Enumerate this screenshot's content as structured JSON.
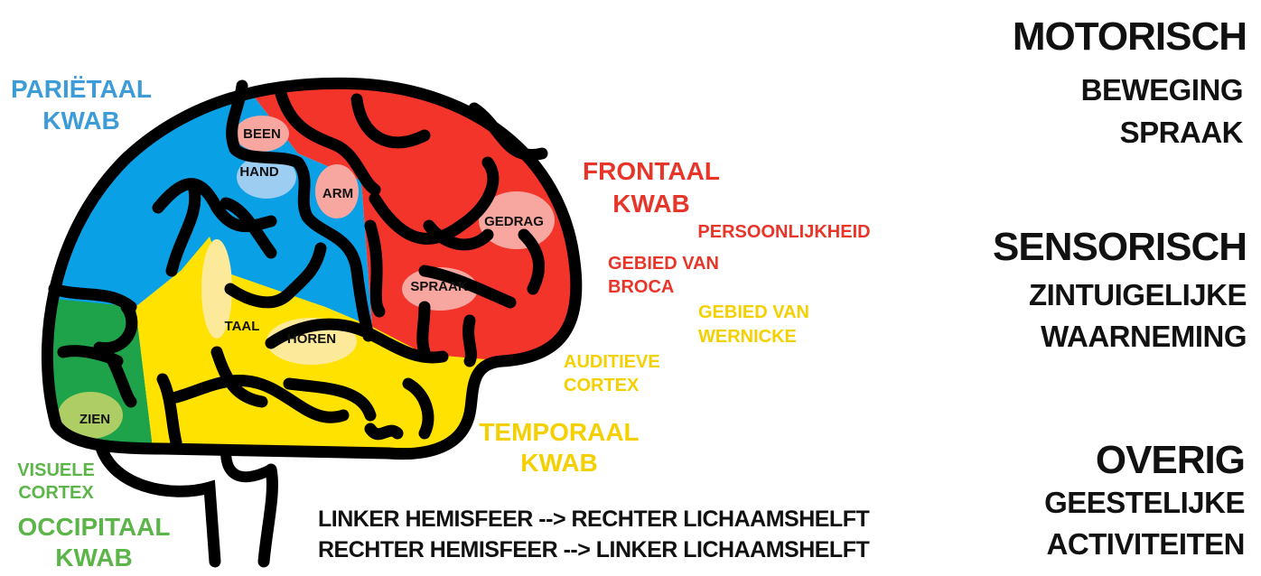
{
  "colors": {
    "parietal": "#0aa0e6",
    "frontal": "#f2342a",
    "temporal": "#ffe200",
    "occipital": "#1fa34a",
    "parietal_label": "#3d9bd8",
    "frontal_label": "#e8352a",
    "temporal_label": "#f5d000",
    "occipital_label": "#5cb548"
  },
  "brain_spots": {
    "been": "BEEN",
    "hand": "HAND",
    "arm": "ARM",
    "gedrag": "GEDRAG",
    "spraak": "SPRAAK",
    "taal": "TAAL",
    "horen": "HOREN",
    "zien": "ZIEN"
  },
  "lobes": {
    "parietal": [
      "PARIËTAAL",
      "KWAB"
    ],
    "frontal": [
      "FRONTAAL",
      "KWAB"
    ],
    "temporal": [
      "TEMPORAAL",
      "KWAB"
    ],
    "occipital": [
      "OCCIPITAAL",
      "KWAB"
    ]
  },
  "areas": {
    "persoonlijkheid": "PERSOONLIJKHEID",
    "broca": [
      "GEBIED VAN",
      "BROCA"
    ],
    "wernicke": [
      "GEBIED VAN",
      "WERNICKE"
    ],
    "auditory": [
      "AUDITIEVE",
      "CORTEX"
    ],
    "visual": [
      "VISUELE",
      "CORTEX"
    ]
  },
  "legend": {
    "motor": {
      "title": "MOTORISCH",
      "lines": [
        "BEWEGING",
        "SPRAAK"
      ]
    },
    "sensory": {
      "title": "SENSORISCH",
      "lines": [
        "ZINTUIGELIJKE",
        "WAARNEMING"
      ]
    },
    "other": {
      "title": "OVERIG",
      "lines": [
        "GEESTELIJKE",
        "ACTIVITEITEN"
      ]
    }
  },
  "hemispheres": [
    "LINKER HEMISFEER --> RECHTER LICHAAMSHELFT",
    "RECHTER HEMISFEER --> LINKER LICHAAMSHELFT"
  ]
}
